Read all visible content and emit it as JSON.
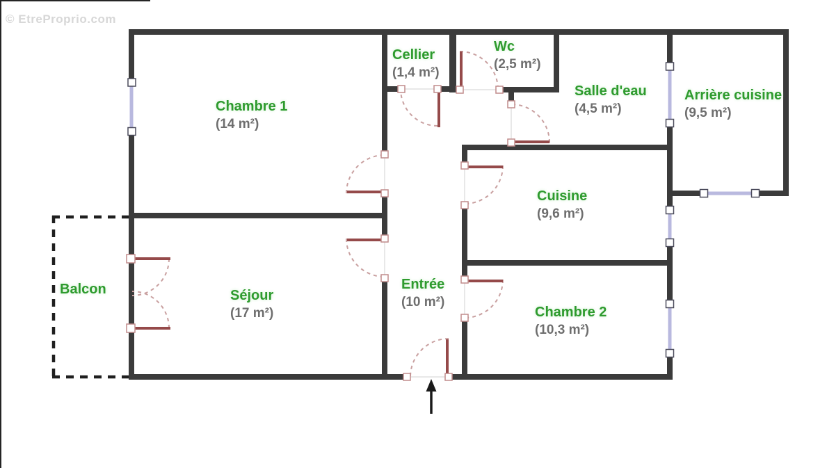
{
  "watermark": "© EtreProprio.com",
  "colors": {
    "room_label_green": "#2e9b2e",
    "area_label_gray": "#6e6e6e",
    "wall": "#3b3b3b",
    "door_leaf": "#954a4a",
    "door_arc": "#c9a0a0",
    "window": "#b9b9df",
    "balcony_dash": "#1f1f1f",
    "entrance_arrow": "#1a1a1a",
    "watermark_gray": "#d7d7d7"
  },
  "symbols": {
    "entrance_arrow": "arrow-up-icon",
    "door": "quarter-circle-swing",
    "window": "lavender-bar-with-end-squares"
  },
  "rooms": [
    {
      "id": "chambre-1",
      "name": "Chambre 1",
      "area": "(14 m²)"
    },
    {
      "id": "cellier",
      "name": "Cellier",
      "area": "(1,4 m²)"
    },
    {
      "id": "wc",
      "name": "Wc",
      "area": "(2,5 m²)"
    },
    {
      "id": "salle-d-eau",
      "name": "Salle d'eau",
      "area": "(4,5 m²)"
    },
    {
      "id": "arriere-cuisine",
      "name": "Arrière cuisine",
      "area": "(9,5 m²)"
    },
    {
      "id": "cuisine",
      "name": "Cuisine",
      "area": "(9,6 m²)"
    },
    {
      "id": "sejour",
      "name": "Séjour",
      "area": "(17 m²)"
    },
    {
      "id": "entree",
      "name": "Entrée",
      "area": "(10 m²)"
    },
    {
      "id": "chambre-2",
      "name": "Chambre 2",
      "area": "(10,3 m²)"
    },
    {
      "id": "balcon",
      "name": "Balcon",
      "area": ""
    }
  ]
}
